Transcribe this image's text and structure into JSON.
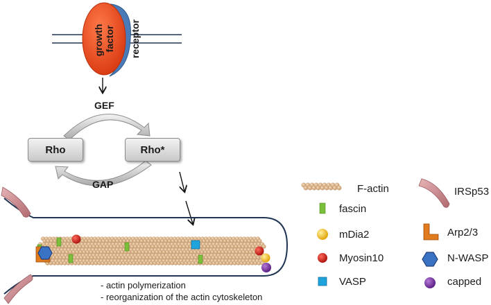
{
  "membrane_signal": {
    "ligand_label": "growth\nfactor",
    "receptor_label": "receptor"
  },
  "rho_cycle": {
    "gef_label": "GEF",
    "gap_label": "GAP",
    "rho_inactive": "Rho",
    "rho_active": "Rho*"
  },
  "outcomes": [
    "- actin polymerization",
    "- reorganization of the actin cytoskeleton"
  ],
  "legend": {
    "factin": "F-actin",
    "fascin": "fascin",
    "mdia2": "mDia2",
    "myosin10": "Myosin10",
    "vasp": "VASP",
    "irsp53": "IRSp53",
    "arp23": "Arp2/3",
    "nwasp": "N-WASP",
    "capped": "capped"
  },
  "colors": {
    "growth_factor": "#e8471b",
    "receptor": "#4a7bb8",
    "actin_bead": "#e1b98f",
    "fascin": "#7bbf3a",
    "mdia2": "#f5b800",
    "myosin10": "#c41a14",
    "vasp": "#1ea3dc",
    "irsp53": "#c9858a",
    "arp23": "#e07b1e",
    "nwasp": "#3b73c4",
    "capped": "#7a2ea8",
    "membrane": "#1f3552"
  }
}
